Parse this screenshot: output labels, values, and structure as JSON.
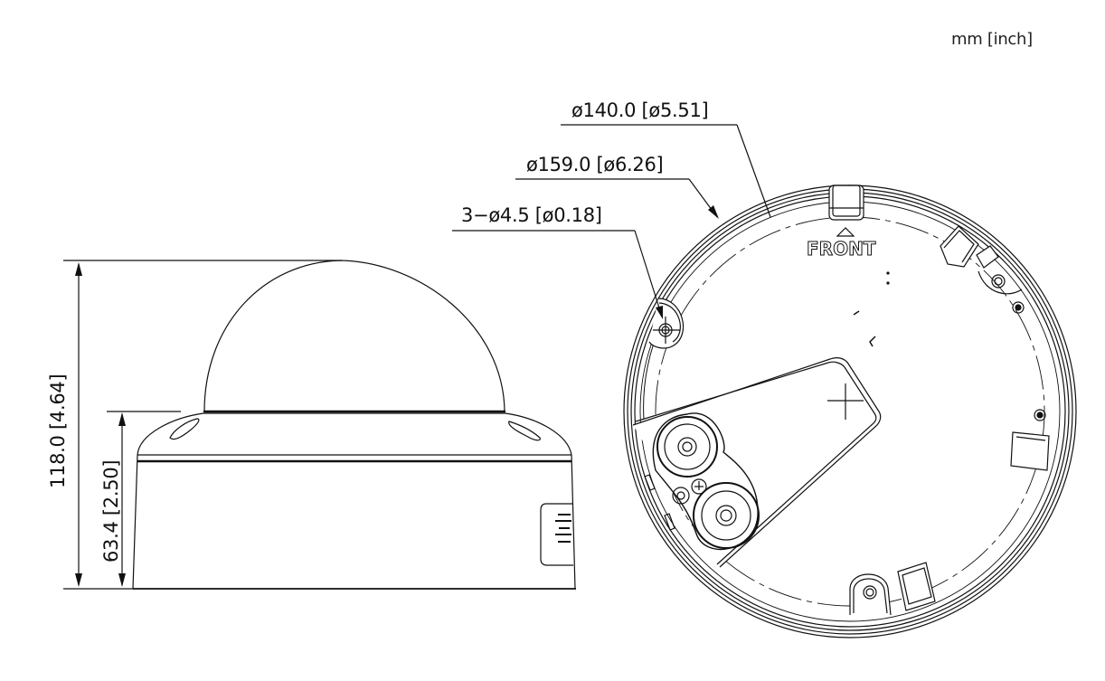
{
  "drawing": {
    "units_label": "mm [inch]",
    "side_view": {
      "height_total": "118.0 [4.64]",
      "height_base": "63.4 [2.50]"
    },
    "bottom_view": {
      "dim_outer": "⌀140.0 [⌀5.51]",
      "dim_outer_corrected": "ø140.0 [ø5.51]",
      "dim_diameter_159": "ø159.0 [ø6.26]",
      "dim_holes": "3−ø4.5 [ø0.18]",
      "front_marker": "FRONT"
    }
  },
  "labels": {
    "units": "mm [inch]",
    "d140": "ø140.0 [ø5.51]",
    "d159": "ø159.0 [ø6.26]",
    "holes": "3−ø4.5 [ø0.18]",
    "h118": "118.0 [4.64]",
    "h63": "63.4 [2.50]",
    "front": "FRONT"
  },
  "colors": {
    "line": "#111111",
    "background": "#ffffff"
  }
}
